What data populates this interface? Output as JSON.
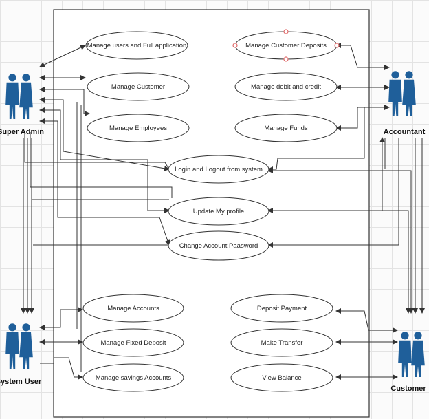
{
  "diagram": {
    "actors": {
      "super_admin": "Super Admin",
      "accountant": "Accountant",
      "system_user": "System User",
      "customer": "Customer"
    },
    "use_cases": {
      "manage_users": "Manage users and Full application",
      "manage_customer": "Manage Customer",
      "manage_employees": "Manage Employees",
      "manage_customer_deposits": "Manage Customer Deposits",
      "manage_debit_credit": "Manage debit and credit",
      "manage_funds": "Manage Funds",
      "login_logout": "Login and Logout from system",
      "update_profile": "Update My profile",
      "change_password": "Change Account Paasword",
      "manage_accounts": "Manage Accounts",
      "manage_fixed_deposit": "Manage Fixed Deposit",
      "manage_savings": "Manage savings Accounts",
      "deposit_payment": "Deposit Payment",
      "make_transfer": "Make Transfer",
      "view_balance": "View Balance"
    },
    "colors": {
      "actor": "#1f5f9a",
      "line": "#333333",
      "handle": "#e06b6b"
    }
  }
}
